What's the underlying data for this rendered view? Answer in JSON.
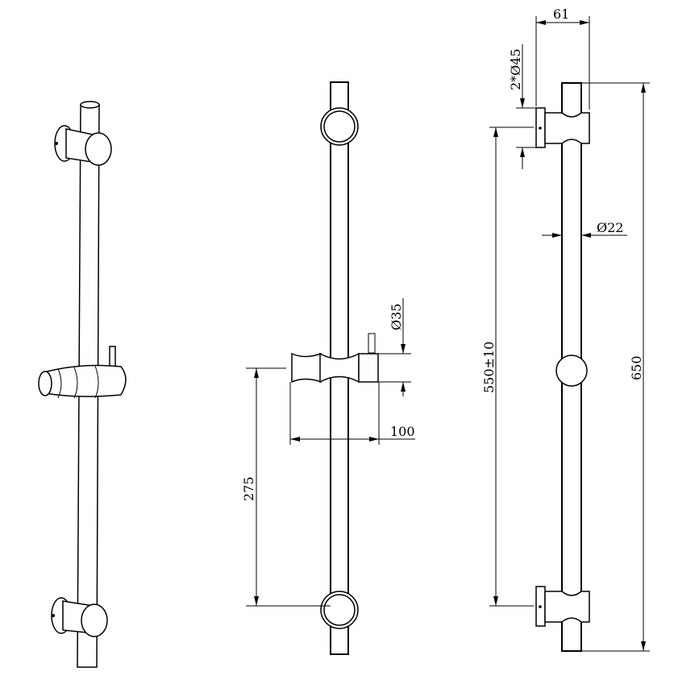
{
  "drawing": {
    "views": [
      "perspective",
      "front",
      "side"
    ],
    "dimensions": {
      "slider_width": "100",
      "slider_diameter": "Ø35",
      "slider_height_from_bottom": "275",
      "bracket_depth": "61",
      "bracket_diameter": "2*Ø45",
      "rod_diameter": "Ø22",
      "bracket_spacing": "550±10",
      "total_length": "650"
    },
    "line_color": "#000000",
    "background": "#ffffff"
  }
}
